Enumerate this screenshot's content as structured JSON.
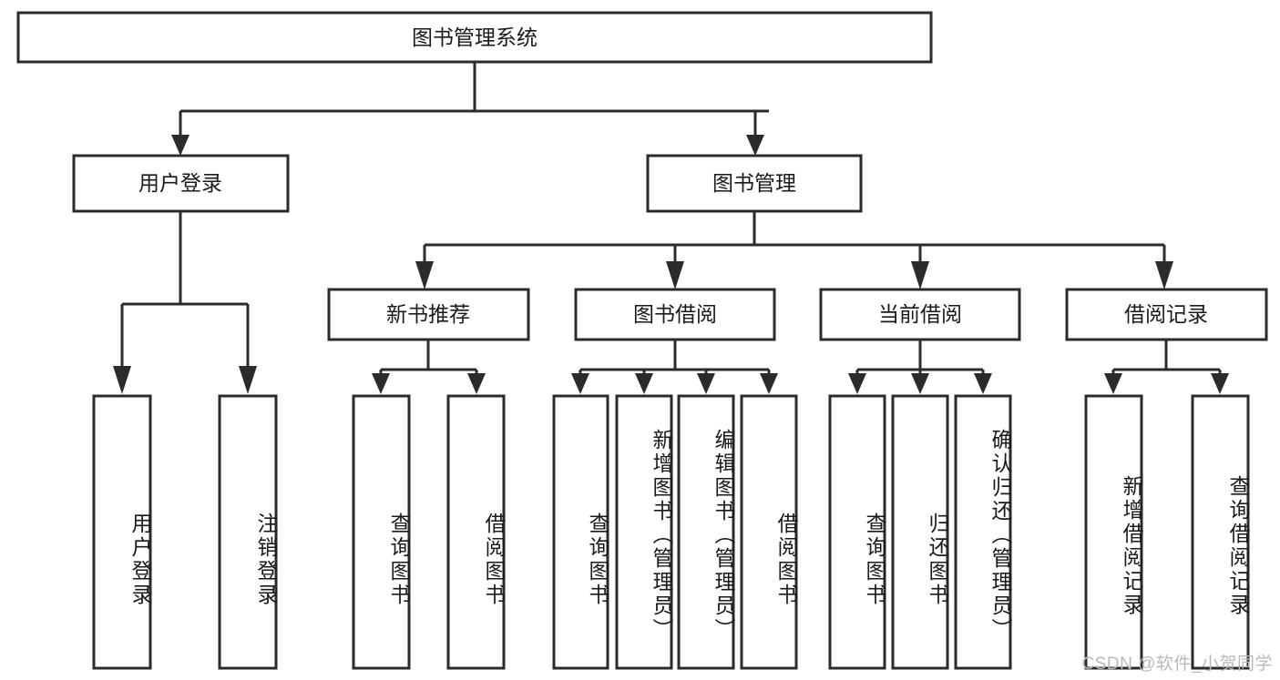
{
  "diagram": {
    "type": "tree",
    "title": "图书管理系统",
    "watermark": "CSDN @软件_小贺同学",
    "colors": {
      "stroke": "#2b2b2b",
      "fill": "#ffffff",
      "text": "#1a1a1a",
      "watermark": "#b9b9b9",
      "background": "#ffffff"
    },
    "levels": {
      "root": {
        "label": "图书管理系统"
      },
      "level2": [
        {
          "label": "用户登录"
        },
        {
          "label": "图书管理"
        }
      ],
      "level3": [
        {
          "label": "新书推荐"
        },
        {
          "label": "图书借阅"
        },
        {
          "label": "当前借阅"
        },
        {
          "label": "借阅记录"
        }
      ]
    },
    "leaves": {
      "user_login": [
        {
          "label": "用户登录"
        },
        {
          "label": "注销登录"
        }
      ],
      "new_book_recommend": [
        {
          "label": "查询图书"
        },
        {
          "label": "借阅图书"
        }
      ],
      "book_borrow": [
        {
          "label": "查询图书"
        },
        {
          "label": "新增图书（管理员）"
        },
        {
          "label": "编辑图书（管理员）"
        },
        {
          "label": "借阅图书"
        }
      ],
      "current_borrow": [
        {
          "label": "查询图书"
        },
        {
          "label": "归还图书"
        },
        {
          "label": "确认归还（管理员）"
        }
      ],
      "borrow_record": [
        {
          "label": "新增借阅记录"
        },
        {
          "label": "查询借阅记录"
        }
      ]
    }
  }
}
